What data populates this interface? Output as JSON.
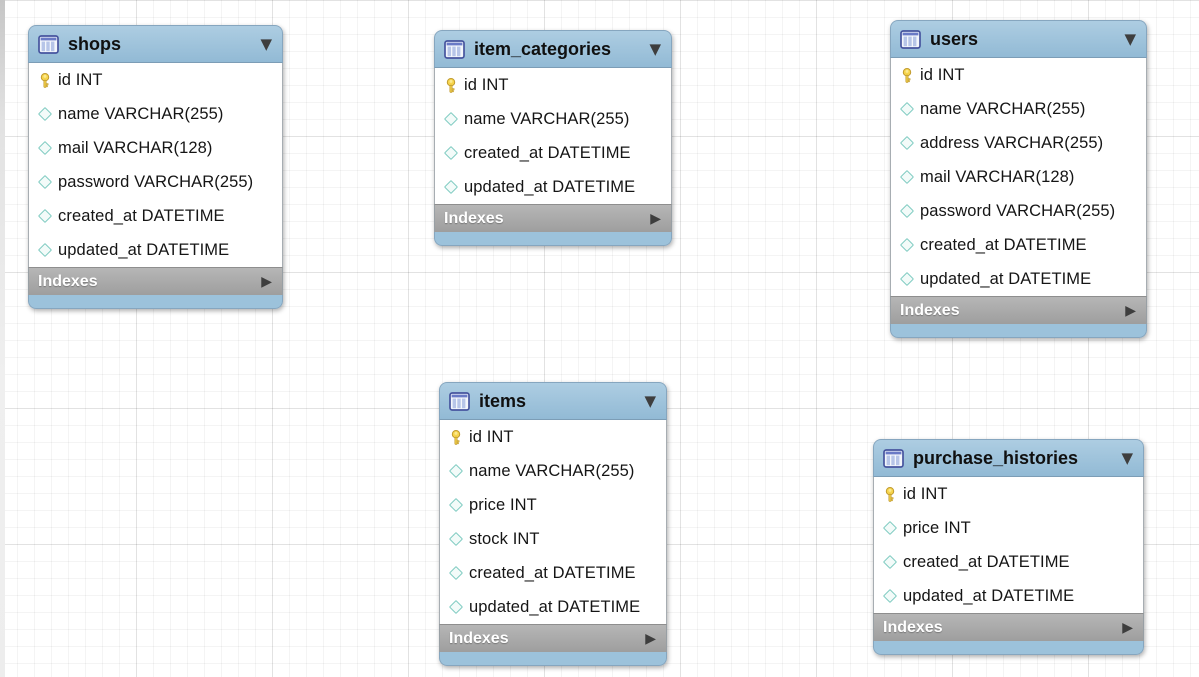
{
  "icons": {
    "table": "table-grid-icon",
    "primary_key": "key-icon",
    "column": "diamond-icon",
    "collapse": "▼",
    "expand": "▶"
  },
  "colors": {
    "table_header_blue": "#9cc2da",
    "indexes_bar_gray": "#a8a8a8",
    "bottom_strip_blue": "#9cc2db",
    "key_icon_gold": "#f2cf4b",
    "diamond_icon_teal": "#81ccc2",
    "grid_line": "#ececec",
    "row_text": "#151515"
  },
  "canvas": {
    "tables": [
      {
        "name": "shops",
        "footer": {
          "label": "Indexes"
        },
        "columns": [
          {
            "icon": "key-icon",
            "text": "id INT"
          },
          {
            "icon": "diamond-icon",
            "text": "name VARCHAR(255)"
          },
          {
            "icon": "diamond-icon",
            "text": "mail VARCHAR(128)"
          },
          {
            "icon": "diamond-icon",
            "text": "password VARCHAR(255)"
          },
          {
            "icon": "diamond-icon",
            "text": "created_at DATETIME"
          },
          {
            "icon": "diamond-icon",
            "text": "updated_at DATETIME"
          }
        ]
      },
      {
        "name": "item_categories",
        "footer": {
          "label": "Indexes"
        },
        "columns": [
          {
            "icon": "key-icon",
            "text": "id INT"
          },
          {
            "icon": "diamond-icon",
            "text": "name VARCHAR(255)"
          },
          {
            "icon": "diamond-icon",
            "text": "created_at DATETIME"
          },
          {
            "icon": "diamond-icon",
            "text": "updated_at DATETIME"
          }
        ]
      },
      {
        "name": "users",
        "footer": {
          "label": "Indexes"
        },
        "columns": [
          {
            "icon": "key-icon",
            "text": "id INT"
          },
          {
            "icon": "diamond-icon",
            "text": "name VARCHAR(255)"
          },
          {
            "icon": "diamond-icon",
            "text": "address VARCHAR(255)"
          },
          {
            "icon": "diamond-icon",
            "text": "mail VARCHAR(128)"
          },
          {
            "icon": "diamond-icon",
            "text": "password VARCHAR(255)"
          },
          {
            "icon": "diamond-icon",
            "text": "created_at DATETIME"
          },
          {
            "icon": "diamond-icon",
            "text": "updated_at DATETIME"
          }
        ]
      },
      {
        "name": "items",
        "footer": {
          "label": "Indexes"
        },
        "columns": [
          {
            "icon": "key-icon",
            "text": "id INT"
          },
          {
            "icon": "diamond-icon",
            "text": "name VARCHAR(255)"
          },
          {
            "icon": "diamond-icon",
            "text": "price INT"
          },
          {
            "icon": "diamond-icon",
            "text": "stock INT"
          },
          {
            "icon": "diamond-icon",
            "text": "created_at DATETIME"
          },
          {
            "icon": "diamond-icon",
            "text": "updated_at DATETIME"
          }
        ]
      },
      {
        "name": "purchase_histories",
        "footer": {
          "label": "Indexes"
        },
        "columns": [
          {
            "icon": "key-icon",
            "text": "id INT"
          },
          {
            "icon": "diamond-icon",
            "text": "price INT"
          },
          {
            "icon": "diamond-icon",
            "text": "created_at DATETIME"
          },
          {
            "icon": "diamond-icon",
            "text": "updated_at DATETIME"
          }
        ]
      }
    ]
  }
}
